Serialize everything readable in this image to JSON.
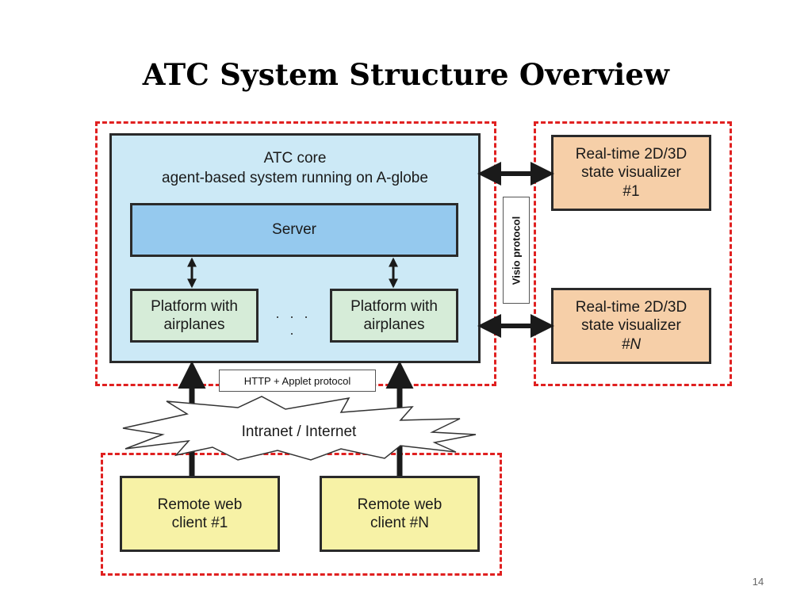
{
  "slide": {
    "title": "ATC System Structure Overview",
    "page_number": "14"
  },
  "diagram": {
    "atc_core": {
      "title": "ATC core",
      "subtitle": "agent-based system running on A-globe"
    },
    "server": {
      "label": "Server"
    },
    "platforms": [
      {
        "line1": "Platform with",
        "line2": "airplanes"
      },
      {
        "line1": "Platform with",
        "line2": "airplanes"
      }
    ],
    "ellipsis": ". . . .",
    "visualizers": [
      {
        "line1": "Real-time 2D/3D",
        "line2": "state visualizer",
        "line3": "#1"
      },
      {
        "line1": "Real-time 2D/3D",
        "line2": "state visualizer",
        "line3": "#N"
      }
    ],
    "visio_protocol": "Visio protocol",
    "http_protocol": "HTTP + Applet protocol",
    "network": "Intranet / Internet",
    "clients": [
      {
        "line1": "Remote web",
        "line2": "client #1"
      },
      {
        "line1": "Remote web",
        "line2": "client #N"
      }
    ]
  },
  "colors": {
    "dashed_border": "#e02020",
    "core_fill": "#cce9f6",
    "server_fill": "#95c9ee",
    "platform_fill": "#d6ecd8",
    "visualizer_fill": "#f6cfa8",
    "client_fill": "#f7f2a6"
  }
}
